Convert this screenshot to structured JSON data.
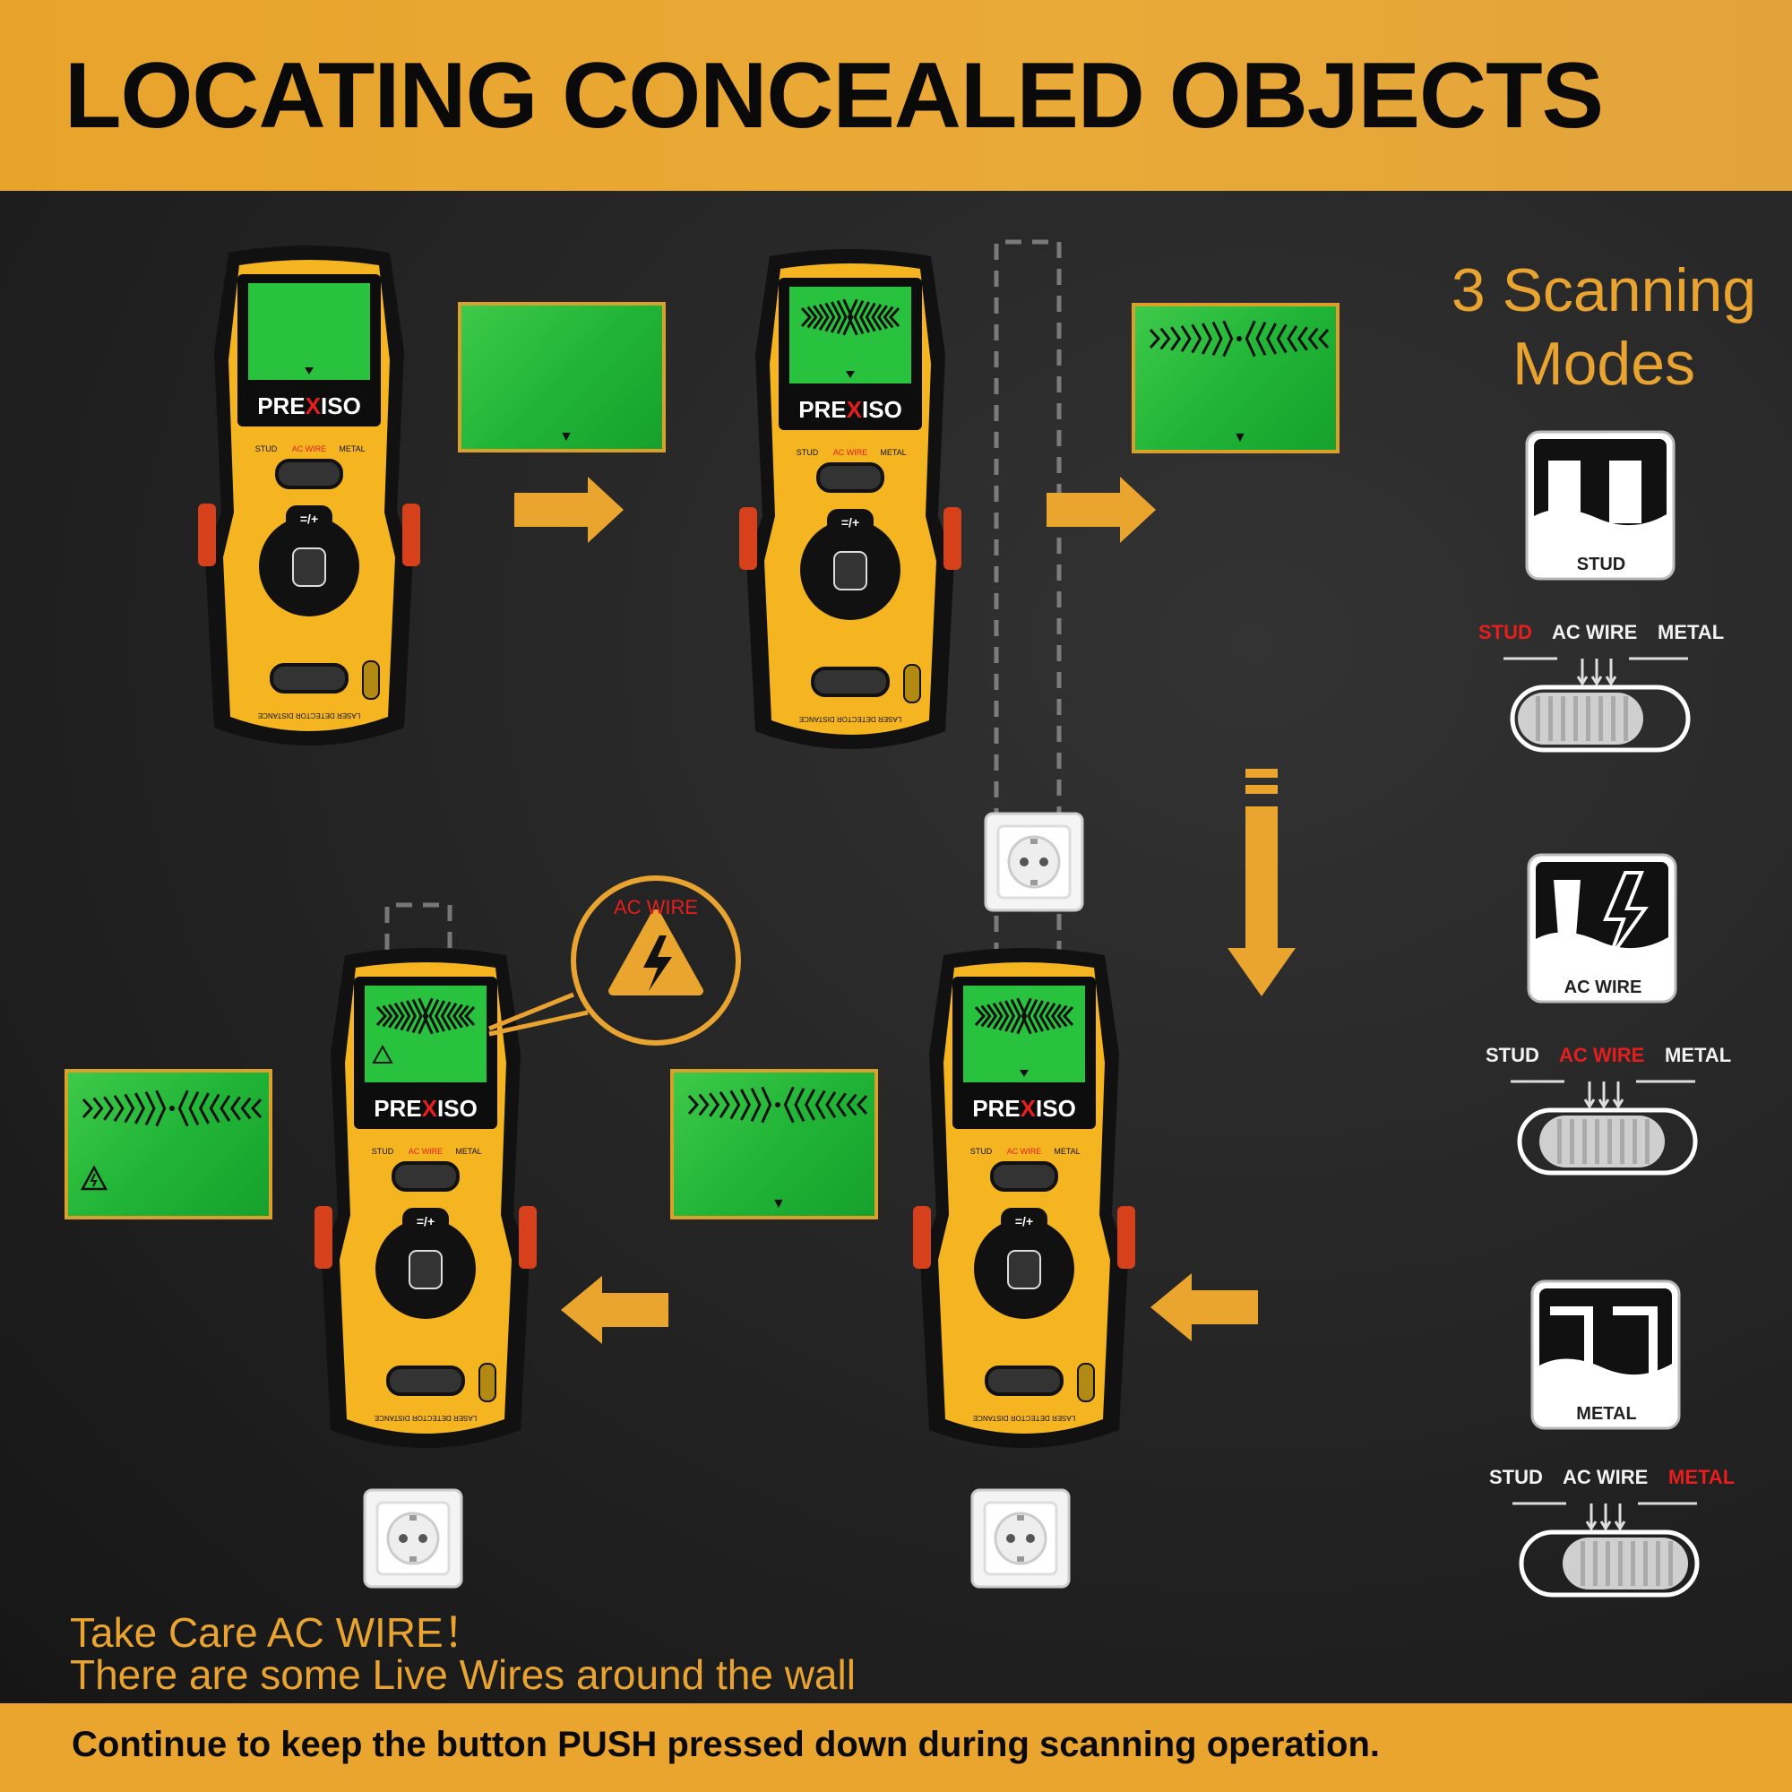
{
  "header": {
    "title": "LOCATING CONCEALED OBJECTS"
  },
  "brand": {
    "name_prefix": "PRE",
    "name_highlight": "X",
    "name_suffix": "ISO"
  },
  "device": {
    "labels": {
      "stud": "STUD",
      "ac_wire": "AC WIRE",
      "metal": "METAL",
      "plus_minus": "=/+",
      "bottom": "LASER DETECTOR DISTANCE"
    }
  },
  "callout": {
    "label": "AC WIRE"
  },
  "modes": {
    "title_line1": "3 Scanning",
    "title_line2": "Modes",
    "items": [
      {
        "name": "STUD",
        "active": "stud"
      },
      {
        "name": "AC WIRE",
        "active": "ac_wire"
      },
      {
        "name": "METAL",
        "active": "metal"
      }
    ],
    "switch_labels": {
      "stud": "STUD",
      "ac_wire": "AC WIRE",
      "metal": "METAL"
    }
  },
  "warning": {
    "line1": "Take Care AC WIRE！",
    "line2": "There are some Live Wires around the wall"
  },
  "footer": {
    "text": "Continue to keep the button PUSH pressed down during scanning operation."
  },
  "colors": {
    "accent": "#eaa52f",
    "lcd_green": "#21b537",
    "device_yellow": "#f4b520",
    "active_red": "#e61e1e"
  }
}
